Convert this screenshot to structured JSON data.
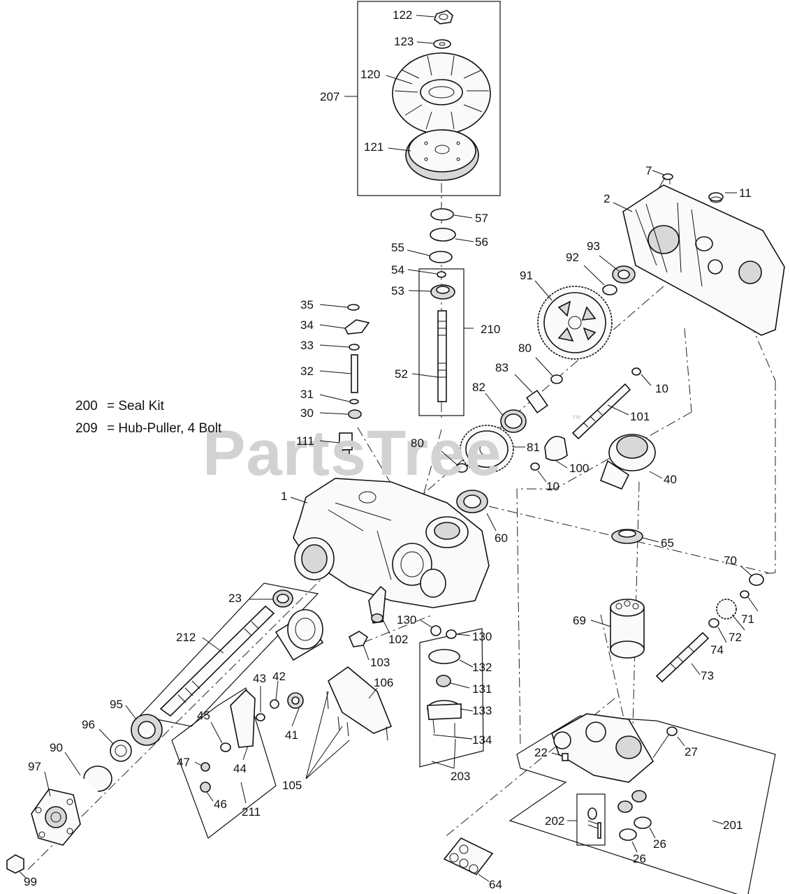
{
  "legend": [
    {
      "code": "200",
      "text": "= Seal Kit"
    },
    {
      "code": "209",
      "text": "= Hub-Puller, 4 Bolt"
    }
  ],
  "watermark": {
    "text": "PartsTree",
    "tm": "™"
  },
  "callouts": {
    "c122": "122",
    "c123": "123",
    "c120": "120",
    "c207": "207",
    "c121": "121",
    "c7": "7",
    "c11": "11",
    "c2": "2",
    "c57": "57",
    "c56": "56",
    "c55": "55",
    "c93": "93",
    "c92": "92",
    "c54": "54",
    "c53": "53",
    "c91": "91",
    "c35": "35",
    "c34": "34",
    "c210": "210",
    "c33": "33",
    "c80a": "80",
    "c32": "32",
    "c83": "83",
    "c52": "52",
    "c10a": "10",
    "c82": "82",
    "c31": "31",
    "c30": "30",
    "c101": "101",
    "c111": "111",
    "c80b": "80",
    "c81": "81",
    "c100": "100",
    "c40": "40",
    "c1": "1",
    "c10b": "10",
    "c60": "60",
    "c65": "65",
    "c70": "70",
    "c23": "23",
    "c71": "71",
    "c130a": "130",
    "c130b": "130",
    "c69": "69",
    "c212": "212",
    "c102": "102",
    "c72": "72",
    "c74": "74",
    "c103": "103",
    "c132": "132",
    "c73": "73",
    "c43": "43",
    "c42": "42",
    "c106": "106",
    "c131": "131",
    "c95": "95",
    "c45": "45",
    "c133": "133",
    "c96": "96",
    "c27": "27",
    "c41": "41",
    "c134": "134",
    "c90": "90",
    "c22": "22",
    "c97": "97",
    "c47": "47",
    "c44": "44",
    "c203": "203",
    "c105": "105",
    "c46": "46",
    "c211": "211",
    "c202": "202",
    "c201": "201",
    "c26a": "26",
    "c26b": "26",
    "c99": "99",
    "c64": "64"
  }
}
